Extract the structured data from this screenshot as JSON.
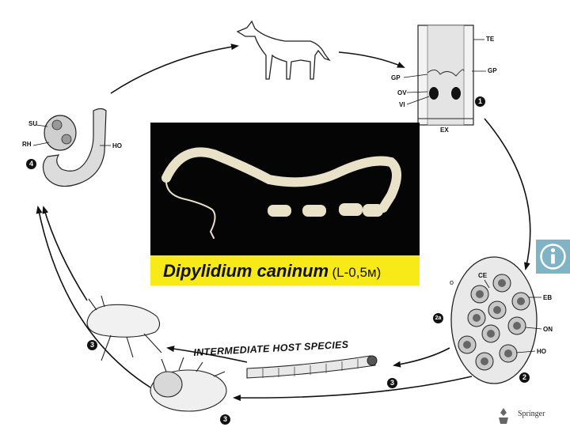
{
  "caption": {
    "species": "Dipylidium caninum",
    "size": "(L-0,5м)"
  },
  "labels": {
    "te": "TE",
    "gp_left": "GP",
    "gp_right": "GP",
    "ov": "OV",
    "vi": "VI",
    "ex": "EX",
    "su": "SU",
    "rh": "RH",
    "ho_scolex": "HO",
    "ce": "CE",
    "eb": "EB",
    "on": "ON",
    "ho_egg": "HO",
    "intermediate": "INTERMEDIATE HOST SPECIES",
    "o_mark": "o"
  },
  "step_numbers": {
    "proglottid": "1",
    "egg_a": "2a",
    "egg": "2",
    "flea_adult": "3",
    "larva": "3",
    "louse": "3",
    "scolex": "4"
  },
  "publisher": "Springer",
  "colors": {
    "caption_bg": "#f7ea18",
    "photo_bg": "#050505",
    "info_button": "#7fb3c6",
    "worm": "#eae2c8"
  },
  "icons": [
    "info-icon",
    "springer-logo-icon"
  ]
}
